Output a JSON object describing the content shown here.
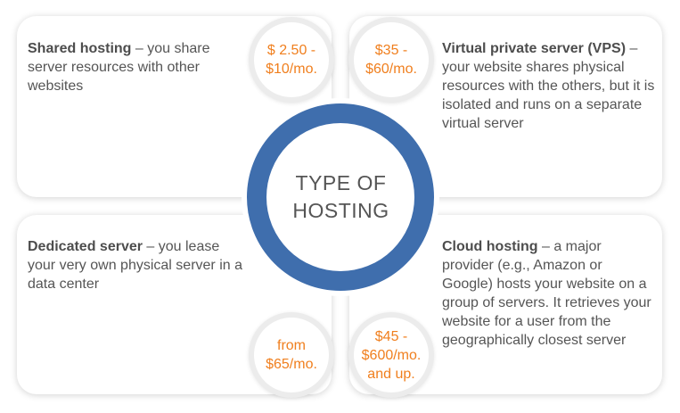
{
  "center": {
    "title": "TYPE OF\nHOSTING"
  },
  "colors": {
    "ring": "#3f6ead",
    "price": "#f07f1e",
    "text": "#555555"
  },
  "hosting_types": [
    {
      "name": "Shared hosting",
      "description": " – you share server resources with other websites",
      "price": "$ 2.50 -\n$10/mo."
    },
    {
      "name": "Virtual private server (VPS)",
      "description": " – your website shares physical resources with the others, but it is isolated and runs on a separate virtual server",
      "price": "$35 -\n$60/mo."
    },
    {
      "name": "Dedicated server",
      "description": " – you lease your very own physical server in a data center",
      "price": "from\n$65/mo."
    },
    {
      "name": "Cloud hosting",
      "description": " – a major provider (e.g., Amazon or Google) hosts your website on a group of servers. It retrieves your website for a user from the geographically closest server",
      "price": "$45 -\n$600/mo.\nand up."
    }
  ]
}
